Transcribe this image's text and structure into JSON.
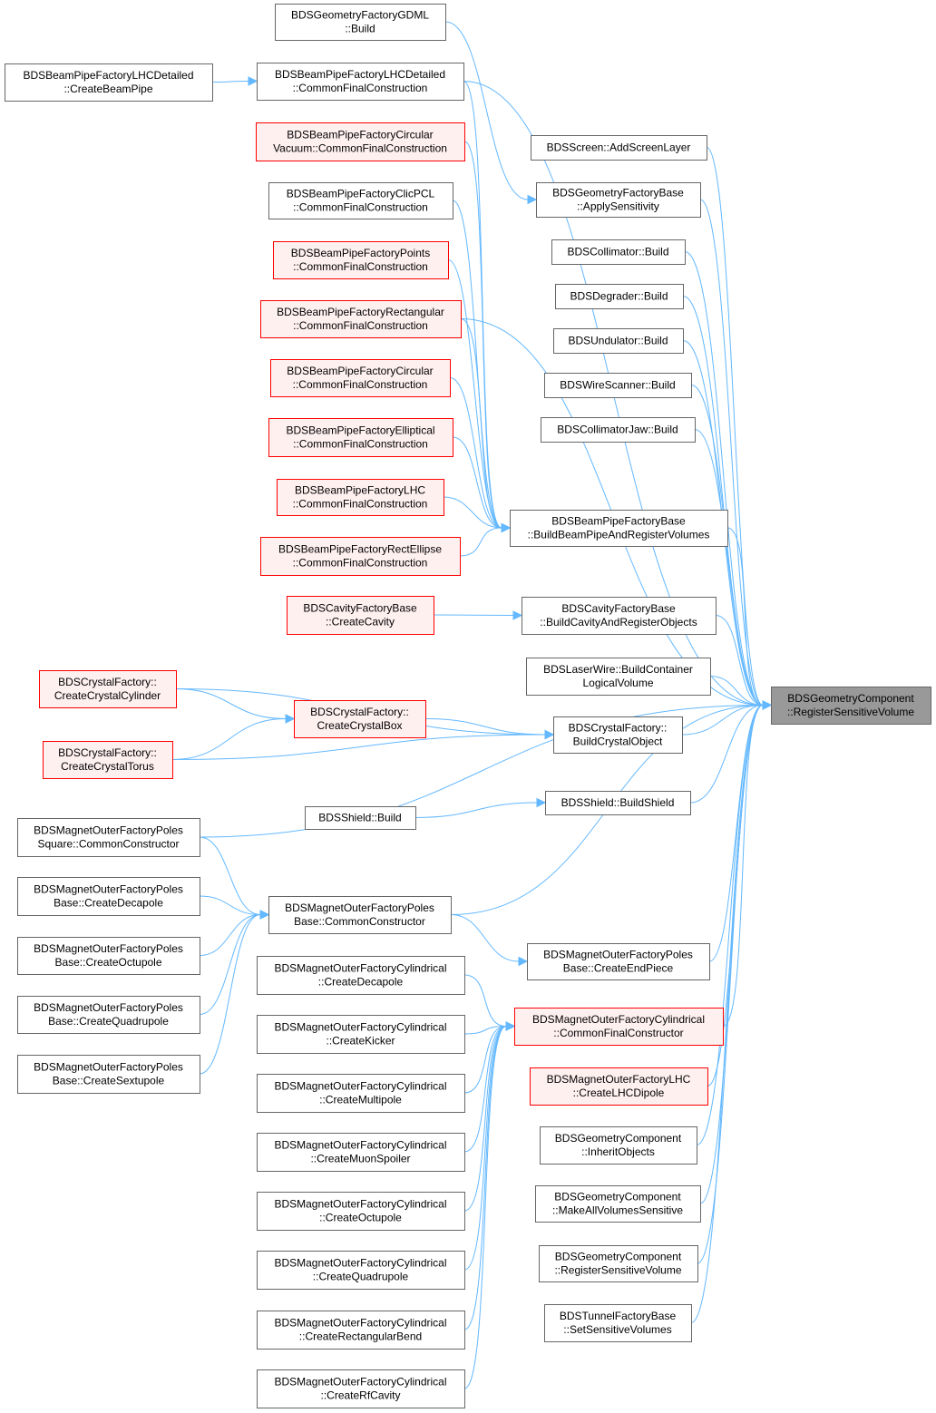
{
  "diagram": {
    "type": "call-graph",
    "colors": {
      "edge": "#63b8ff",
      "normal_fill": "#ffffff",
      "normal_stroke": "#666666",
      "truncated_fill": "#fff0f0",
      "truncated_stroke": "#ff0000",
      "target_fill": "#999999",
      "target_stroke": "#666666"
    },
    "nodes": [
      {
        "id": "target",
        "lines": [
          "BDSGeometryComponent",
          "::RegisterSensitiveVolume"
        ],
        "style": "target"
      },
      {
        "id": "screen_add",
        "lines": [
          "BDSScreen::AddScreenLayer"
        ],
        "style": "normal"
      },
      {
        "id": "geombase_apply",
        "lines": [
          "BDSGeometryFactoryBase",
          "::ApplySensitivity"
        ],
        "style": "normal"
      },
      {
        "id": "coll_build",
        "lines": [
          "BDSCollimator::Build"
        ],
        "style": "normal"
      },
      {
        "id": "degr_build",
        "lines": [
          "BDSDegrader::Build"
        ],
        "style": "normal"
      },
      {
        "id": "undu_build",
        "lines": [
          "BDSUndulator::Build"
        ],
        "style": "normal"
      },
      {
        "id": "wire_build",
        "lines": [
          "BDSWireScanner::Build"
        ],
        "style": "normal"
      },
      {
        "id": "colljaw_build",
        "lines": [
          "BDSCollimatorJaw::Build"
        ],
        "style": "normal"
      },
      {
        "id": "bpbase_build",
        "lines": [
          "BDSBeamPipeFactoryBase",
          "::BuildBeamPipeAndRegisterVolumes"
        ],
        "style": "normal"
      },
      {
        "id": "cavbase_build",
        "lines": [
          "BDSCavityFactoryBase",
          "::BuildCavityAndRegisterObjects"
        ],
        "style": "normal"
      },
      {
        "id": "laser_build",
        "lines": [
          "BDSLaserWire::BuildContainer",
          "LogicalVolume"
        ],
        "style": "normal"
      },
      {
        "id": "crystal_build",
        "lines": [
          "BDSCrystalFactory::",
          "BuildCrystalObject"
        ],
        "style": "normal"
      },
      {
        "id": "shield_buildshield",
        "lines": [
          "BDSShield::BuildShield"
        ],
        "style": "normal"
      },
      {
        "id": "mofp_endpiece",
        "lines": [
          "BDSMagnetOuterFactoryPoles",
          "Base::CreateEndPiece"
        ],
        "style": "normal"
      },
      {
        "id": "mofc_common",
        "lines": [
          "BDSMagnetOuterFactoryCylindrical",
          "::CommonFinalConstructor"
        ],
        "style": "truncated"
      },
      {
        "id": "moflhc_dipole",
        "lines": [
          "BDSMagnetOuterFactoryLHC",
          "::CreateLHCDipole"
        ],
        "style": "truncated"
      },
      {
        "id": "gc_inherit",
        "lines": [
          "BDSGeometryComponent",
          "::InheritObjects"
        ],
        "style": "normal"
      },
      {
        "id": "gc_makeall",
        "lines": [
          "BDSGeometryComponent",
          "::MakeAllVolumesSensitive"
        ],
        "style": "normal"
      },
      {
        "id": "gc_register",
        "lines": [
          "BDSGeometryComponent",
          "::RegisterSensitiveVolume"
        ],
        "style": "normal"
      },
      {
        "id": "tunnel_set",
        "lines": [
          "BDSTunnelFactoryBase",
          "::SetSensitiveVolumes"
        ],
        "style": "normal"
      },
      {
        "id": "gdml_build",
        "lines": [
          "BDSGeometryFactoryGDML",
          "::Build"
        ],
        "style": "normal"
      },
      {
        "id": "lhcdet_common",
        "lines": [
          "BDSBeamPipeFactoryLHCDetailed",
          "::CommonFinalConstruction"
        ],
        "style": "normal"
      },
      {
        "id": "lhcdet_create",
        "lines": [
          "BDSBeamPipeFactoryLHCDetailed",
          "::CreateBeamPipe"
        ],
        "style": "normal"
      },
      {
        "id": "bp_circvac",
        "lines": [
          "BDSBeamPipeFactoryCircular",
          "Vacuum::CommonFinalConstruction"
        ],
        "style": "truncated"
      },
      {
        "id": "bp_clic",
        "lines": [
          "BDSBeamPipeFactoryClicPCL",
          "::CommonFinalConstruction"
        ],
        "style": "normal"
      },
      {
        "id": "bp_points",
        "lines": [
          "BDSBeamPipeFactoryPoints",
          "::CommonFinalConstruction"
        ],
        "style": "truncated"
      },
      {
        "id": "bp_rect",
        "lines": [
          "BDSBeamPipeFactoryRectangular",
          "::CommonFinalConstruction"
        ],
        "style": "truncated"
      },
      {
        "id": "bp_circ",
        "lines": [
          "BDSBeamPipeFactoryCircular",
          "::CommonFinalConstruction"
        ],
        "style": "truncated"
      },
      {
        "id": "bp_ellip",
        "lines": [
          "BDSBeamPipeFactoryElliptical",
          "::CommonFinalConstruction"
        ],
        "style": "truncated"
      },
      {
        "id": "bp_lhc",
        "lines": [
          "BDSBeamPipeFactoryLHC",
          "::CommonFinalConstruction"
        ],
        "style": "truncated"
      },
      {
        "id": "bp_rectell",
        "lines": [
          "BDSBeamPipeFactoryRectEllipse",
          "::CommonFinalConstruction"
        ],
        "style": "truncated"
      },
      {
        "id": "cav_create",
        "lines": [
          "BDSCavityFactoryBase",
          "::CreateCavity"
        ],
        "style": "truncated"
      },
      {
        "id": "cry_box",
        "lines": [
          "BDSCrystalFactory::",
          "CreateCrystalBox"
        ],
        "style": "truncated"
      },
      {
        "id": "cry_cyl",
        "lines": [
          "BDSCrystalFactory::",
          "CreateCrystalCylinder"
        ],
        "style": "truncated"
      },
      {
        "id": "cry_torus",
        "lines": [
          "BDSCrystalFactory::",
          "CreateCrystalTorus"
        ],
        "style": "truncated"
      },
      {
        "id": "shield_build",
        "lines": [
          "BDSShield::Build"
        ],
        "style": "normal"
      },
      {
        "id": "mofp_sq",
        "lines": [
          "BDSMagnetOuterFactoryPoles",
          "Square::CommonConstructor"
        ],
        "style": "normal"
      },
      {
        "id": "mofp_common",
        "lines": [
          "BDSMagnetOuterFactoryPoles",
          "Base::CommonConstructor"
        ],
        "style": "normal"
      },
      {
        "id": "mofp_deca",
        "lines": [
          "BDSMagnetOuterFactoryPoles",
          "Base::CreateDecapole"
        ],
        "style": "normal"
      },
      {
        "id": "mofp_octu",
        "lines": [
          "BDSMagnetOuterFactoryPoles",
          "Base::CreateOctupole"
        ],
        "style": "normal"
      },
      {
        "id": "mofp_quad",
        "lines": [
          "BDSMagnetOuterFactoryPoles",
          "Base::CreateQuadrupole"
        ],
        "style": "normal"
      },
      {
        "id": "mofp_sext",
        "lines": [
          "BDSMagnetOuterFactoryPoles",
          "Base::CreateSextupole"
        ],
        "style": "normal"
      },
      {
        "id": "mofc_deca",
        "lines": [
          "BDSMagnetOuterFactoryCylindrical",
          "::CreateDecapole"
        ],
        "style": "normal"
      },
      {
        "id": "mofc_kick",
        "lines": [
          "BDSMagnetOuterFactoryCylindrical",
          "::CreateKicker"
        ],
        "style": "normal"
      },
      {
        "id": "mofc_multi",
        "lines": [
          "BDSMagnetOuterFactoryCylindrical",
          "::CreateMultipole"
        ],
        "style": "normal"
      },
      {
        "id": "mofc_muon",
        "lines": [
          "BDSMagnetOuterFactoryCylindrical",
          "::CreateMuonSpoiler"
        ],
        "style": "normal"
      },
      {
        "id": "mofc_octu",
        "lines": [
          "BDSMagnetOuterFactoryCylindrical",
          "::CreateOctupole"
        ],
        "style": "normal"
      },
      {
        "id": "mofc_quad",
        "lines": [
          "BDSMagnetOuterFactoryCylindrical",
          "::CreateQuadrupole"
        ],
        "style": "normal"
      },
      {
        "id": "mofc_rbend",
        "lines": [
          "BDSMagnetOuterFactoryCylindrical",
          "::CreateRectangularBend"
        ],
        "style": "normal"
      },
      {
        "id": "mofc_rf",
        "lines": [
          "BDSMagnetOuterFactoryCylindrical",
          "::CreateRfCavity"
        ],
        "style": "normal"
      }
    ],
    "edges": [
      {
        "from": "screen_add",
        "to": "target"
      },
      {
        "from": "geombase_apply",
        "to": "target"
      },
      {
        "from": "coll_build",
        "to": "target"
      },
      {
        "from": "degr_build",
        "to": "target"
      },
      {
        "from": "undu_build",
        "to": "target"
      },
      {
        "from": "wire_build",
        "to": "target"
      },
      {
        "from": "colljaw_build",
        "to": "target"
      },
      {
        "from": "bpbase_build",
        "to": "target"
      },
      {
        "from": "cavbase_build",
        "to": "target"
      },
      {
        "from": "laser_build",
        "to": "target"
      },
      {
        "from": "crystal_build",
        "to": "target"
      },
      {
        "from": "shield_buildshield",
        "to": "target"
      },
      {
        "from": "mofp_endpiece",
        "to": "target"
      },
      {
        "from": "mofc_common",
        "to": "target"
      },
      {
        "from": "moflhc_dipole",
        "to": "target"
      },
      {
        "from": "gc_inherit",
        "to": "target"
      },
      {
        "from": "gc_makeall",
        "to": "target"
      },
      {
        "from": "gc_register",
        "to": "target"
      },
      {
        "from": "tunnel_set",
        "to": "target"
      },
      {
        "from": "lhcdet_common",
        "to": "target"
      },
      {
        "from": "bp_rect",
        "to": "target"
      },
      {
        "from": "mofp_sq",
        "to": "target"
      },
      {
        "from": "mofp_common",
        "to": "target"
      },
      {
        "from": "gdml_build",
        "to": "geombase_apply"
      },
      {
        "from": "lhcdet_create",
        "to": "lhcdet_common"
      },
      {
        "from": "lhcdet_common",
        "to": "bpbase_build"
      },
      {
        "from": "bp_circvac",
        "to": "bpbase_build"
      },
      {
        "from": "bp_clic",
        "to": "bpbase_build"
      },
      {
        "from": "bp_points",
        "to": "bpbase_build"
      },
      {
        "from": "bp_rect",
        "to": "bpbase_build"
      },
      {
        "from": "bp_circ",
        "to": "bpbase_build"
      },
      {
        "from": "bp_ellip",
        "to": "bpbase_build"
      },
      {
        "from": "bp_lhc",
        "to": "bpbase_build"
      },
      {
        "from": "bp_rectell",
        "to": "bpbase_build"
      },
      {
        "from": "cav_create",
        "to": "cavbase_build"
      },
      {
        "from": "cry_cyl",
        "to": "crystal_build"
      },
      {
        "from": "cry_cyl",
        "to": "cry_box"
      },
      {
        "from": "cry_box",
        "to": "crystal_build"
      },
      {
        "from": "cry_torus",
        "to": "cry_box"
      },
      {
        "from": "cry_torus",
        "to": "crystal_build"
      },
      {
        "from": "shield_build",
        "to": "shield_buildshield"
      },
      {
        "from": "mofp_sq",
        "to": "mofp_common"
      },
      {
        "from": "mofp_deca",
        "to": "mofp_common"
      },
      {
        "from": "mofp_octu",
        "to": "mofp_common"
      },
      {
        "from": "mofp_quad",
        "to": "mofp_common"
      },
      {
        "from": "mofp_sext",
        "to": "mofp_common"
      },
      {
        "from": "mofp_common",
        "to": "mofp_endpiece"
      },
      {
        "from": "mofc_deca",
        "to": "mofc_common"
      },
      {
        "from": "mofc_kick",
        "to": "mofc_common"
      },
      {
        "from": "mofc_multi",
        "to": "mofc_common"
      },
      {
        "from": "mofc_muon",
        "to": "mofc_common"
      },
      {
        "from": "mofc_octu",
        "to": "mofc_common"
      },
      {
        "from": "mofc_quad",
        "to": "mofc_common"
      },
      {
        "from": "mofc_rbend",
        "to": "mofc_common"
      },
      {
        "from": "mofc_rf",
        "to": "mofc_common"
      }
    ]
  }
}
